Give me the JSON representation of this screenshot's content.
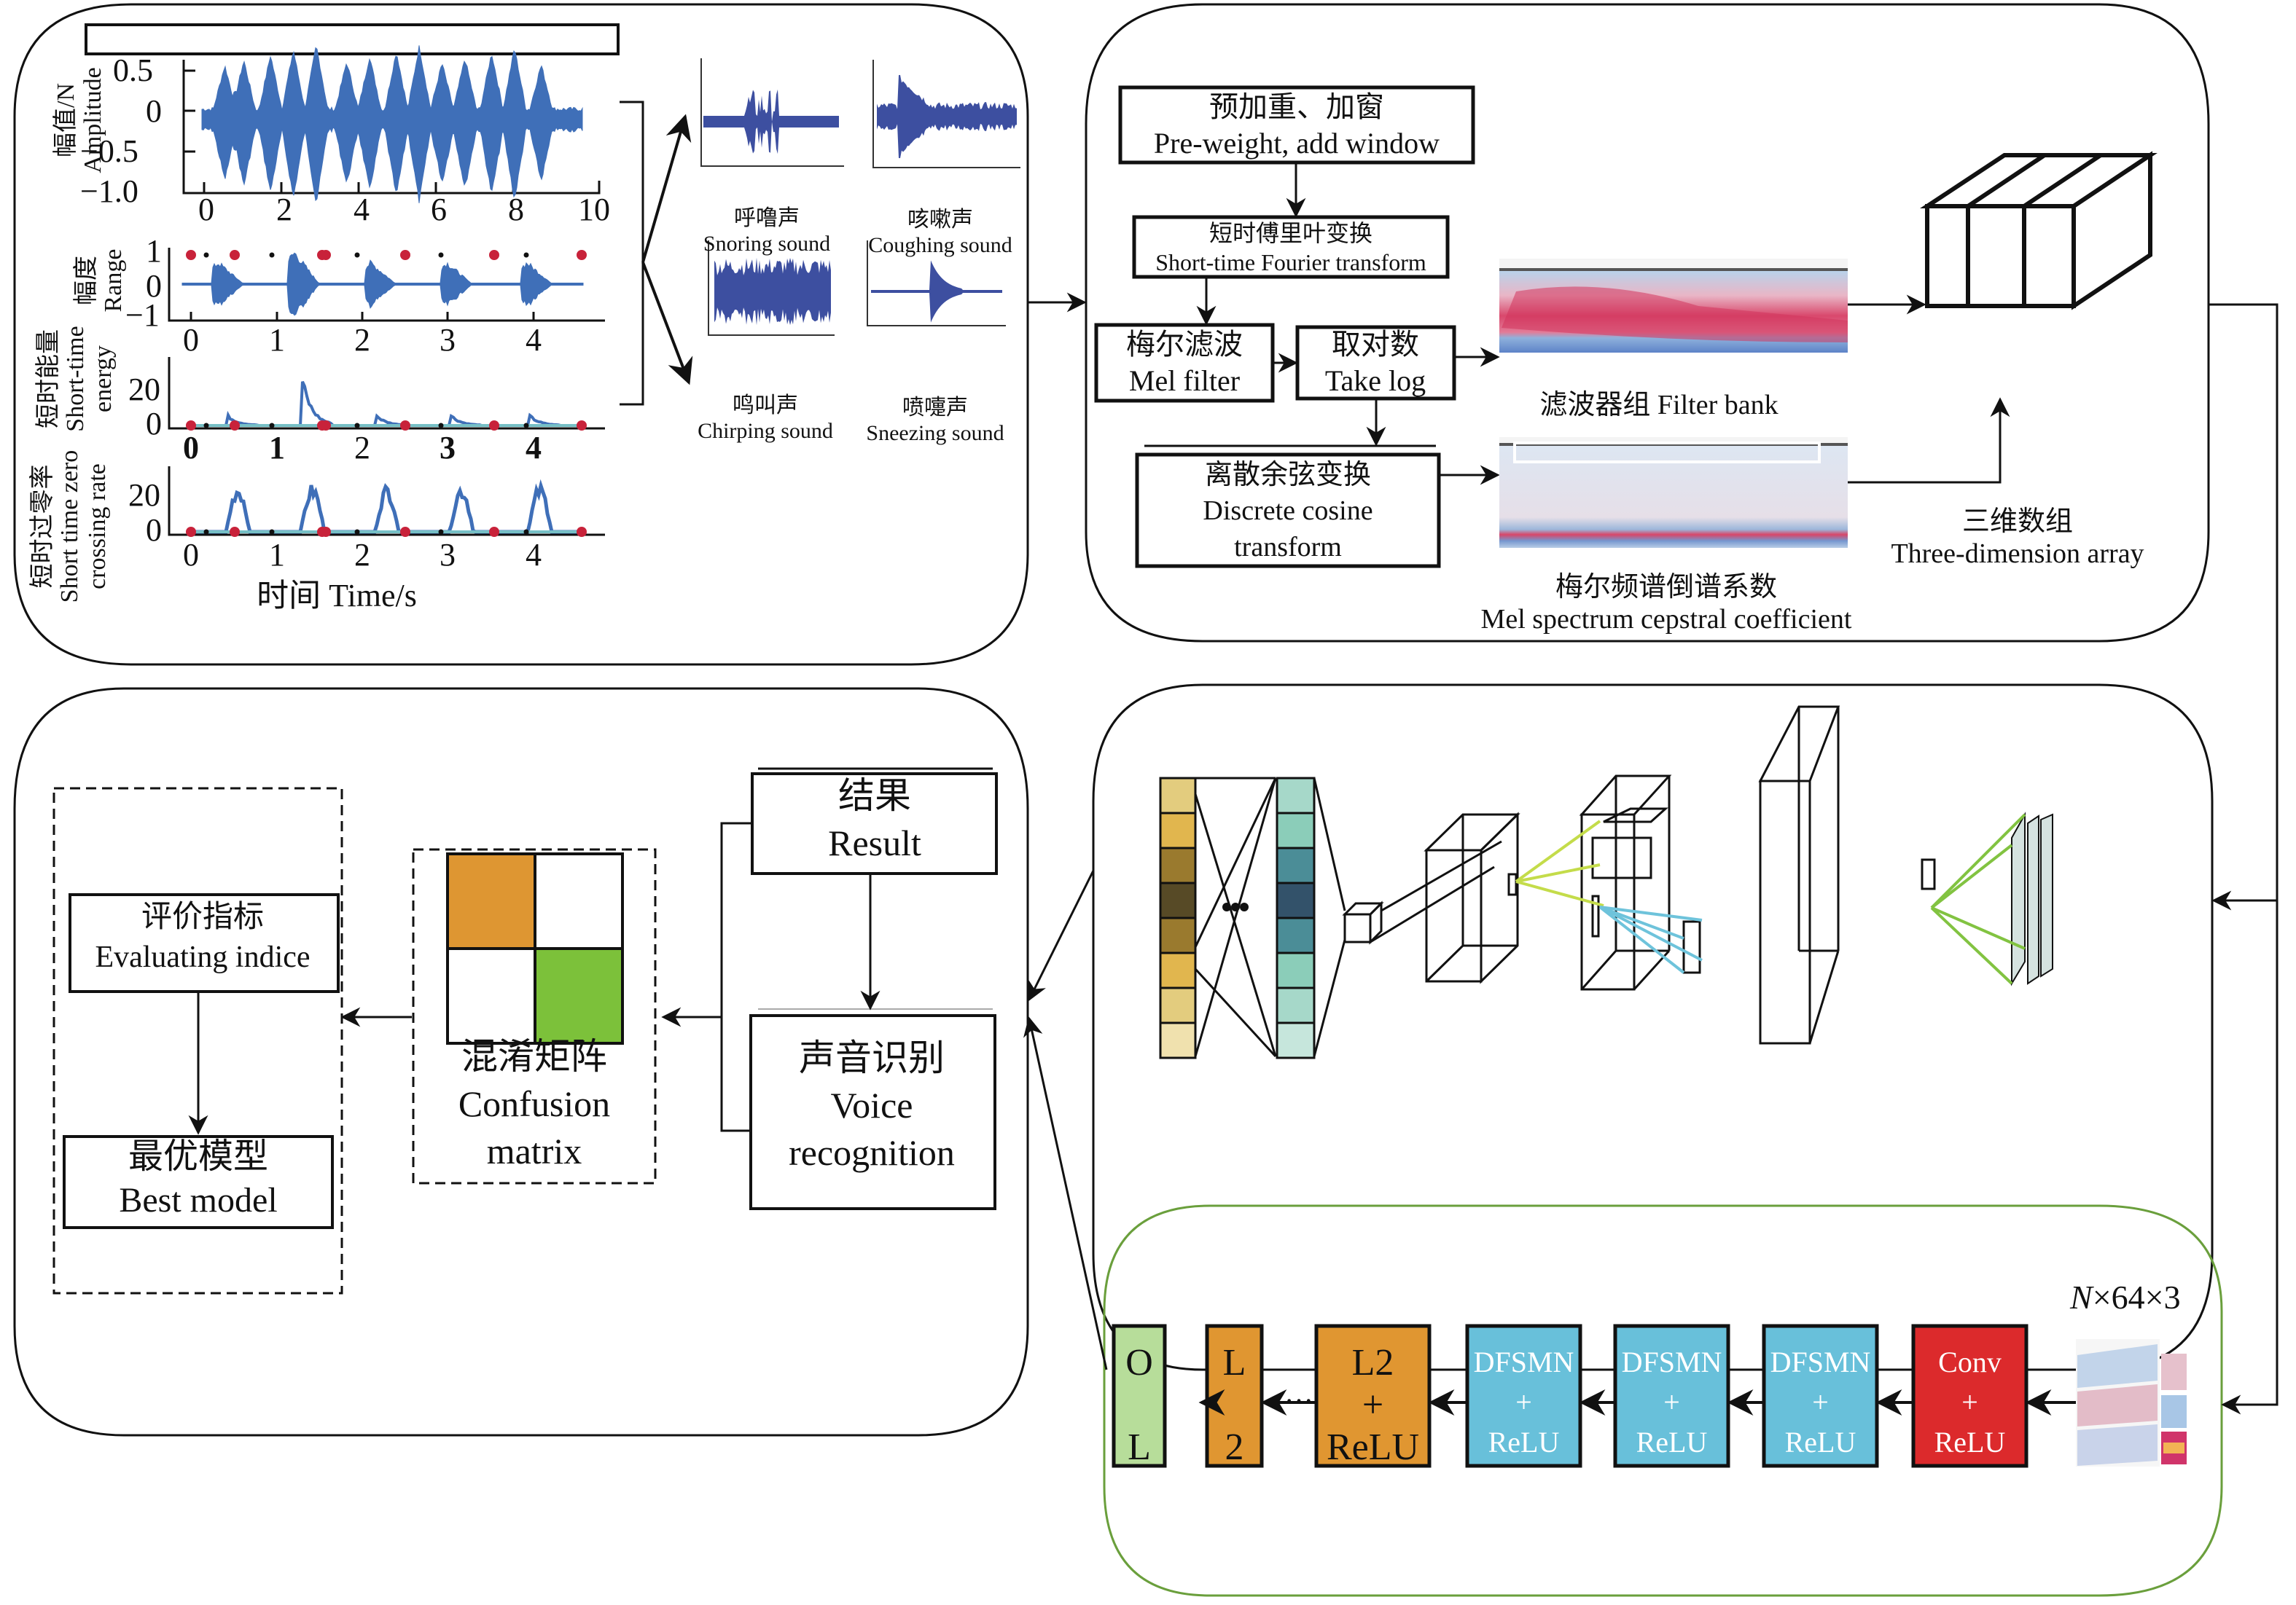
{
  "signal_panel": {
    "title_box": "",
    "amplitude_plot": {
      "ylabel_cn": "幅值/N",
      "ylabel_en": "Amplitude",
      "yticks": [
        "0.5",
        "0",
        "−0.5",
        "−1.0"
      ],
      "xticks": [
        "0",
        "2",
        "4",
        "6",
        "8",
        "10"
      ]
    },
    "range_plot": {
      "ylabel_cn": "幅度",
      "ylabel_en": "Range",
      "yticks": [
        "1",
        "0",
        "−1"
      ],
      "xticks": [
        "0",
        "1",
        "2",
        "3",
        "4"
      ]
    },
    "energy_plot": {
      "ylabel_cn": "短时能量",
      "ylabel_en1": "Short-time",
      "ylabel_en2": "energy",
      "yticks": [
        "20",
        "0"
      ],
      "xticks": [
        "0",
        "1",
        "2",
        "3",
        "4"
      ]
    },
    "zcr_plot": {
      "ylabel_cn": "短时过零率",
      "ylabel_en1": "Short time zero",
      "ylabel_en2": "crossing rate",
      "yticks": [
        "20",
        "0"
      ],
      "xticks": [
        "0",
        "1",
        "2",
        "3",
        "4"
      ]
    },
    "xlabel": "时间 Time/s",
    "samples": [
      {
        "cn": "呼噜声",
        "en": "Snoring sound"
      },
      {
        "cn": "咳嗽声",
        "en": "Coughing sound"
      },
      {
        "cn": "鸣叫声",
        "en": "Chirping sound"
      },
      {
        "cn": "喷嚏声",
        "en": "Sneezing sound"
      }
    ]
  },
  "feature_panel": {
    "preweight": {
      "cn": "预加重、加窗",
      "en": "Pre-weight, add window"
    },
    "stft": {
      "cn": "短时傅里叶变换",
      "en": "Short-time Fourier transform"
    },
    "mel_filter": {
      "cn": "梅尔滤波",
      "en": "Mel filter"
    },
    "take_log": {
      "cn": "取对数",
      "en": "Take log"
    },
    "dct": {
      "cn": "离散余弦变换",
      "en1": "Discrete cosine",
      "en2": "transform"
    },
    "filter_bank_caption": "滤波器组 Filter bank",
    "mfcc_caption_cn": "梅尔频谱倒谱系数",
    "mfcc_caption_en": "Mel spectrum cepstral coefficient",
    "array_caption_cn": "三维数组",
    "array_caption_en": "Three-dimension array"
  },
  "cnn_panel": {
    "left_column_colors": [
      "#e3cc7e",
      "#e1b64e",
      "#9a7a2e",
      "#574a26",
      "#9a7a2e",
      "#e1b64e",
      "#e3cc7e",
      "#f0e1ae"
    ],
    "right_column_colors": [
      "#a6d8c9",
      "#8bcdb9",
      "#4b8d97",
      "#33526a",
      "#4b8d97",
      "#8bcdb9",
      "#a6d8c9",
      "#c6e6dc"
    ],
    "connector_colors": {
      "yellow_green": "#c4dc4a",
      "blue": "#6ec3db",
      "green": "#82c341"
    }
  },
  "dfsmn_panel": {
    "input_label_var": "N",
    "input_label_rest": "×64×3",
    "blocks": [
      {
        "line1": "Conv",
        "line2": "+",
        "line3": "ReLU",
        "color": "#dc2a2c",
        "text_color": "#ffffff"
      },
      {
        "line1": "DFSMN",
        "line2": "+",
        "line3": "ReLU",
        "color": "#68c0da",
        "text_color": "#ffffff"
      },
      {
        "line1": "DFSMN",
        "line2": "+",
        "line3": "ReLU",
        "color": "#68c0da",
        "text_color": "#ffffff"
      },
      {
        "line1": "DFSMN",
        "line2": "+",
        "line3": "ReLU",
        "color": "#68c0da",
        "text_color": "#ffffff"
      },
      {
        "line1": "L2",
        "line2": "+",
        "line3": "ReLU",
        "color": "#e09631",
        "text_color": "#111111"
      },
      {
        "line1": "L",
        "line2": "",
        "line3": "2",
        "color": "#e09631",
        "text_color": "#111111"
      },
      {
        "line1": "O",
        "line2": "",
        "line3": "L",
        "color": "#b7dd9a",
        "text_color": "#111111"
      }
    ],
    "ellipsis": "···",
    "border_color": "#6a9f3c"
  },
  "eval_panel": {
    "result": {
      "cn": "结果",
      "en": "Result"
    },
    "voice_recognition": {
      "cn": "声音识别",
      "en1": "Voice",
      "en2": "recognition"
    },
    "confusion_matrix": {
      "cn": "混淆矩阵",
      "en1": "Confusion",
      "en2": "matrix",
      "cell_colors": [
        "#de9632",
        "#ffffff",
        "#ffffff",
        "#7cc13a"
      ]
    },
    "evaluating": {
      "cn": "评价指标",
      "en": "Evaluating indice"
    },
    "best_model": {
      "cn": "最优模型",
      "en": "Best model"
    }
  }
}
